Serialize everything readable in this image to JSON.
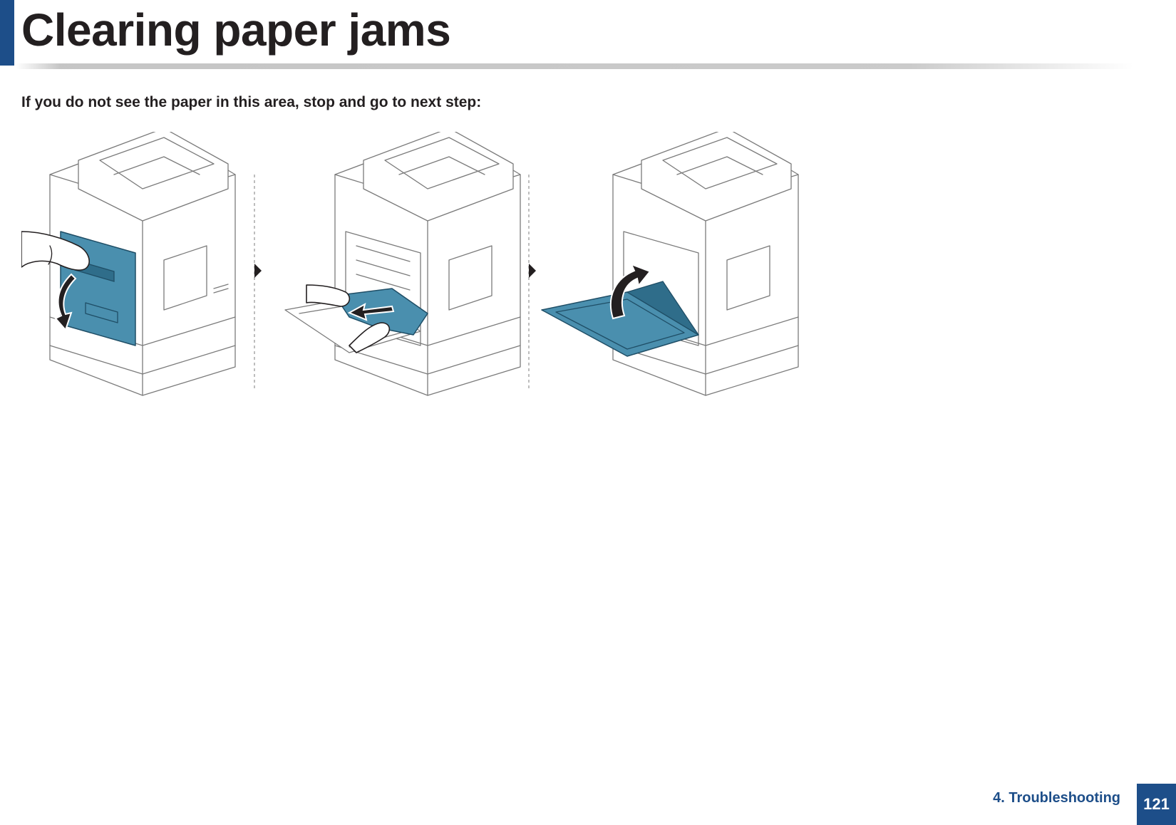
{
  "header": {
    "title": "Clearing paper jams"
  },
  "content": {
    "instruction": "If you do not see the paper in this area, stop and go to next step:"
  },
  "illustration": {
    "steps": [
      {
        "icon": "open-rear-cover-icon"
      },
      {
        "icon": "pull-jammed-paper-icon"
      },
      {
        "icon": "close-rear-cover-icon"
      }
    ],
    "colors": {
      "accent": "#4a8fae",
      "brand": "#1d4e89"
    }
  },
  "footer": {
    "section": "4. Troubleshooting",
    "page_number": "121"
  }
}
